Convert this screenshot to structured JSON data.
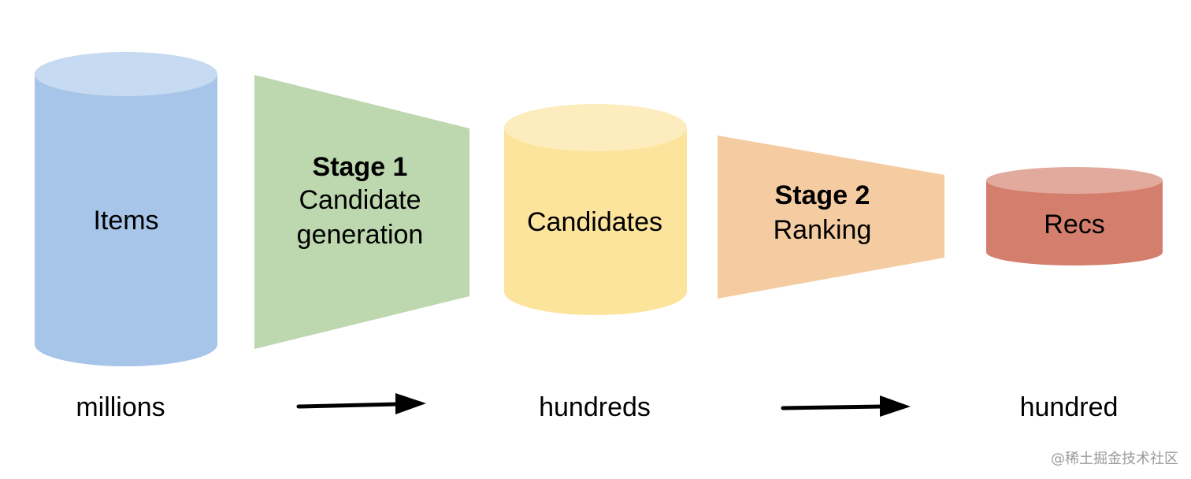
{
  "colors": {
    "items_body": "#a7c5e8",
    "items_top": "#c6daf1",
    "stage1": "#bdd8ae",
    "candidates_body": "#fde49d",
    "candidates_top": "#fdedbe",
    "stage2": "#f5cca2",
    "recs_body": "#d47e6d",
    "recs_top": "#e2aa9c",
    "arrow": "#000000",
    "text": "#000000"
  },
  "items": {
    "label": "Items",
    "count": "millions"
  },
  "stage1": {
    "title": "Stage 1",
    "line1": "Candidate",
    "line2": "generation"
  },
  "candidates": {
    "label": "Candidates",
    "count": "hundreds"
  },
  "stage2": {
    "title": "Stage 2",
    "line1": "Ranking"
  },
  "recs": {
    "label": "Recs",
    "count": "hundred"
  },
  "watermark": "@稀土掘金技术社区"
}
